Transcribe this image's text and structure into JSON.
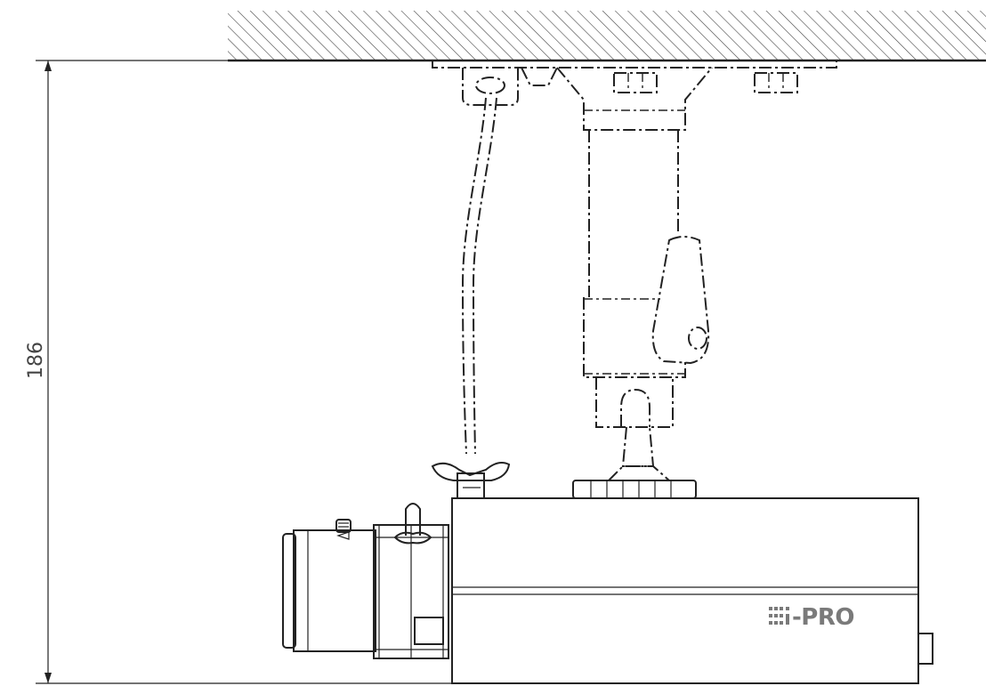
{
  "dimension": {
    "label": "186"
  },
  "logo": {
    "brand": "i-PRO",
    "mark_prefix": "⁝⁝⁝i",
    "text": "-PRO"
  },
  "colors": {
    "line": "#222222",
    "logo": "#7a7a7a",
    "background": "#ffffff"
  }
}
